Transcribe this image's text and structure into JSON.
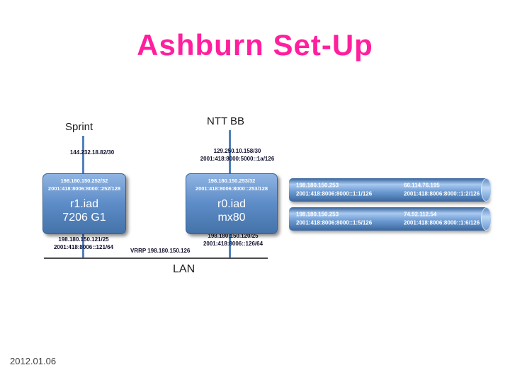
{
  "slide": {
    "title": "Ashburn Set-Up",
    "date": "2012.01.06"
  },
  "colors": {
    "title_pink": "#ff1f9e",
    "node_blue": "#4f81bd",
    "connector_blue": "#4f81bd"
  },
  "providers": {
    "sprint": {
      "label": "Sprint",
      "link_v4": "144.232.18.82/30"
    },
    "ntt": {
      "label": "NTT BB",
      "link_v4": "129.250.10.158/30",
      "link_v6": "2001:418:8000:5000::1a/126"
    }
  },
  "routers": {
    "r1": {
      "loopback_v4": "198.180.150.252/32",
      "loopback_v6": "2001:418:8006:8000::252/128",
      "name": "r1.iad",
      "model": "7206 G1",
      "lan_v4": "198.180.150.121/25",
      "lan_v6": "2001:418:8006::121/64"
    },
    "r0": {
      "loopback_v4": "198.180.150.253/32",
      "loopback_v6": "2001:418:8006:8000::253/128",
      "name": "r0.iad",
      "model": "mx80",
      "lan_v4": "198.180.150.120/25",
      "lan_v6": "2001:418:8006::126/64"
    }
  },
  "lan": {
    "label": "LAN",
    "vrrp_label": "VRRP 198.180.150.126"
  },
  "tunnels": [
    {
      "left_v4": "198.180.150.253",
      "left_v6": "2001:418:8006:8000::1:1/126",
      "right_v4": "66.114.76.195",
      "right_v6": "2001:418:8006:8000::1:2/126"
    },
    {
      "left_v4": "198.180.150.253",
      "left_v6": "2001:418:8006:8000::1:5/126",
      "right_v4": "74.92.112.54",
      "right_v6": "2001:418:8006:8000::1:6/126"
    }
  ]
}
